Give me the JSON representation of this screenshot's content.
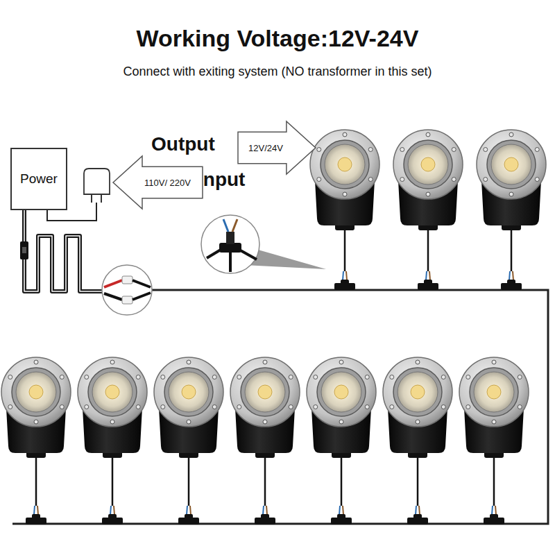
{
  "diagram": {
    "title": "Working Voltage:12V-24V",
    "nodes": [
      {
        "text": [
          "12V/24V"
        ]
      },
      {
        "text": [
          "Power"
        ]
      },
      {
        "text": [
          "110V/ 220V"
        ]
      }
    ],
    "labels": [
      "Connect with exiting system (NO transformer in this set)",
      "Output",
      "Input"
    ]
  }
}
